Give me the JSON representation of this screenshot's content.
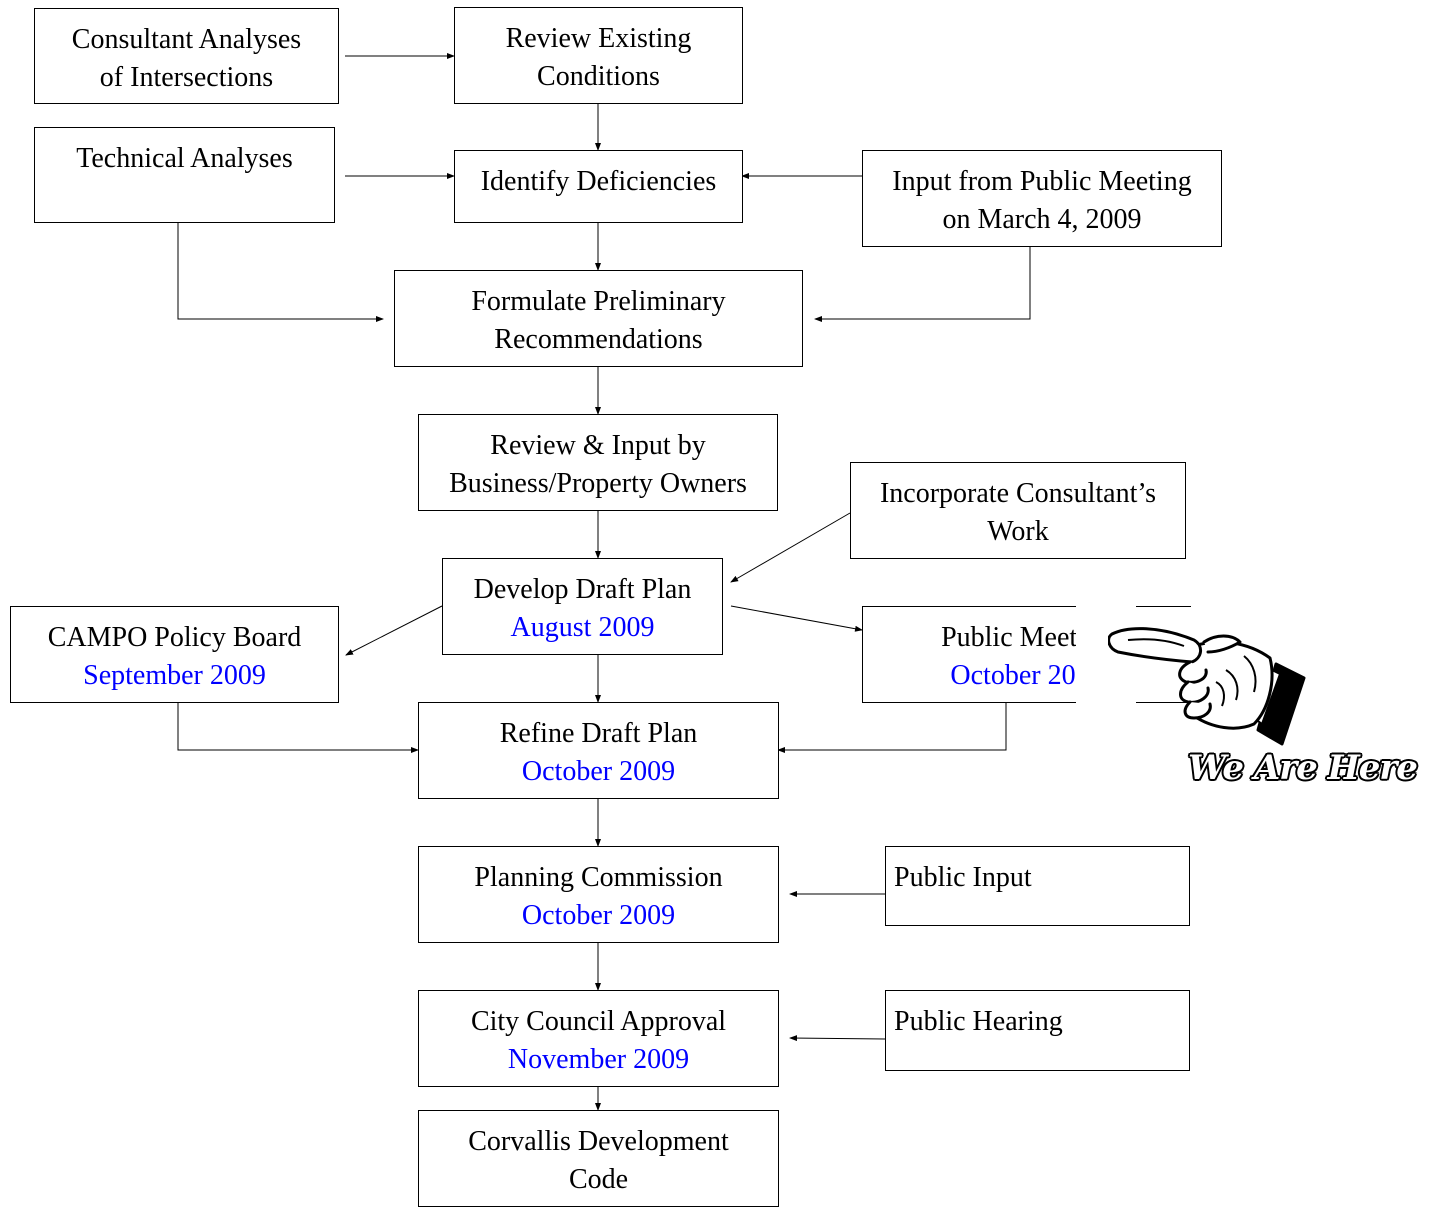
{
  "nodes": {
    "consultant_analyses": [
      "Consultant Analyses",
      "of Intersections"
    ],
    "review_existing": [
      "Review Existing",
      "Conditions"
    ],
    "technical_analyses": [
      "Technical Analyses"
    ],
    "identify_deficiencies": [
      "Identify Deficiencies"
    ],
    "input_public_meeting": [
      "Input from Public Meeting",
      "on March 4, 2009"
    ],
    "formulate_preliminary": [
      "Formulate Preliminary",
      "Recommendations"
    ],
    "review_input_owners": [
      "Review & Input by",
      "Business/Property Owners"
    ],
    "incorporate_consultant": [
      "Incorporate Consultant’s",
      "Work"
    ],
    "develop_draft_plan": {
      "title": "Develop Draft Plan",
      "date": "August 2009"
    },
    "campo_policy_board": {
      "title": "CAMPO Policy Board",
      "date": "September 2009"
    },
    "public_meeting_oct": {
      "title": "Public Meeting",
      "date": "October 2009"
    },
    "refine_draft_plan": {
      "title": "Refine Draft Plan",
      "date": "October 2009"
    },
    "planning_commission": {
      "title": "Planning Commission",
      "date": "October 2009"
    },
    "public_input": [
      "Public Input"
    ],
    "city_council": {
      "title": "City Council Approval",
      "date": "November 2009"
    },
    "public_hearing": [
      "Public Hearing"
    ],
    "corvallis_code": [
      "Corvallis Development",
      "Code"
    ]
  },
  "marker": {
    "label": "We Are Here",
    "icon": "pointing-hand-icon"
  },
  "colors": {
    "date_text": "#0000ff",
    "lines": "#000000"
  }
}
